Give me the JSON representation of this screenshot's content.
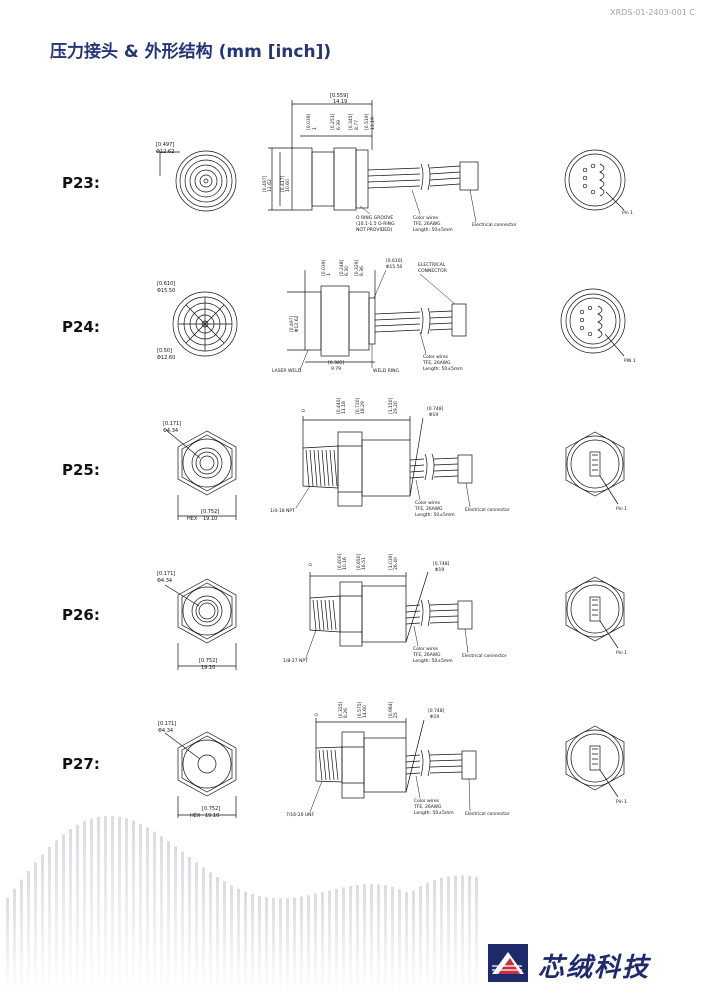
{
  "header": {
    "doc_id": "XRDS-01-2403-001 C",
    "title": "压力接头 & 外形结构 (mm [inch])"
  },
  "models": [
    {
      "label": "P23:",
      "front": {
        "dim_inch": "[0.497]",
        "dim_mm": "Φ12.62"
      },
      "side": {
        "overall_inch": "[0.559]",
        "overall_mm": "14.19",
        "seg1_inch": "[0.039]",
        "seg1_mm": "1",
        "seg2_inch": "[0.251]",
        "seg2_mm": "6.39",
        "seg3_inch": "[0.345]",
        "seg3_mm": "8.77",
        "seg4_inch": "[0.519]",
        "seg4_mm": "13.19",
        "h1_inch": "[0.497]",
        "h1_mm": "12.62",
        "h2_inch": "[0.417]",
        "h2_mm": "10.60",
        "oring_1": "O RING GROOVE",
        "oring_2": "(10.1-1.5 O-RING",
        "oring_3": "NOT PROVIDED)",
        "wire_1": "Color wires",
        "wire_2": "TFE, 26AWG",
        "wire_3": "Length: 50±5mm",
        "connector": "Electrical connector"
      },
      "back": {
        "pin": "Pin 1"
      }
    },
    {
      "label": "P24:",
      "front": {
        "dim_inch": "[0.610]",
        "dim_mm": "Φ15.50",
        "dim2_inch": "[0.50]",
        "dim2_mm": "Φ12.60"
      },
      "side": {
        "seg1_inch": "[0.039]",
        "seg1_mm": "1",
        "seg2_inch": "[0.248]",
        "seg2_mm": "6.30",
        "seg3_inch": "[0.329]",
        "seg3_mm": "8.36",
        "dia_inch": "[0.610]",
        "dia_mm": "Φ15.50",
        "h1_inch": "[0.497]",
        "h1_mm": "Φ12.62",
        "len_inch": "[0.385]",
        "len_mm": "9.79",
        "connector_1": "ELECTRICAL",
        "connector_2": "CONNECTOR",
        "laser": "LASER WELD",
        "weld": "WELD RING",
        "wire_1": "Color wires",
        "wire_2": "TFE, 26AWG",
        "wire_3": "Length: 50±5mm"
      },
      "back": {
        "pin": "PIN 1"
      }
    },
    {
      "label": "P25:",
      "front": {
        "dim_inch": "[0.171]",
        "dim_mm": "Φ4.34",
        "hex_inch": "[0.752]",
        "hex_label": "HEX",
        "hex_mm": "19.10"
      },
      "side": {
        "zero": "0",
        "seg1_inch": "[0.440]",
        "seg1_mm": "11.18",
        "seg2_inch": "[0.720]",
        "seg2_mm": "18.29",
        "seg3_inch": "[1.150]",
        "seg3_mm": "29.20",
        "dia_inch": "[0.748]",
        "dia_mm": "Φ19",
        "thread": "1/4-18 NPT",
        "wire_1": "Color wires",
        "wire_2": "TFE, 26AWG",
        "wire_3": "Length: 50±5mm",
        "connector": "Electrical connector"
      },
      "back": {
        "pin": "Pin 1"
      }
    },
    {
      "label": "P26:",
      "front": {
        "dim_inch": "[0.171]",
        "dim_mm": "Φ4.34",
        "hex_inch": "[0.752]",
        "hex_mm": "19.10"
      },
      "side": {
        "zero": "0",
        "seg1_inch": "[0.400]",
        "seg1_mm": "10.16",
        "seg2_inch": "[0.650]",
        "seg2_mm": "16.51",
        "seg3_inch": "[1.039]",
        "seg3_mm": "26.40",
        "dia_inch": "[0.748]",
        "dia_mm": "Φ19",
        "thread": "1/8-27 NPT",
        "wire_1": "Color wires",
        "wire_2": "TFE, 26AWG",
        "wire_3": "Length: 50±5mm",
        "connector": "Electrical connector"
      },
      "back": {
        "pin": "Pin 1"
      }
    },
    {
      "label": "P27:",
      "front": {
        "dim_inch": "[0.171]",
        "dim_mm": "Φ4.34",
        "hex_inch": "[0.752]",
        "hex_label": "HEX",
        "hex_mm": "19.10"
      },
      "side": {
        "zero": "0",
        "seg1_inch": "[0.325]",
        "seg1_mm": "8.26",
        "seg2_inch": "[0.575]",
        "seg2_mm": "14.60",
        "seg3_inch": "[0.984]",
        "seg3_mm": "25",
        "dia_inch": "[0.748]",
        "dia_mm": "Φ19",
        "thread": "7/16-20 UNF",
        "wire_1": "Color wires",
        "wire_2": "TFE, 26AWG",
        "wire_3": "Length: 50±5mm",
        "connector": "Electrical connector"
      },
      "back": {
        "pin": "Pin 1"
      }
    }
  ],
  "footer": {
    "brand": "芯绒科技",
    "logo_icon": "company-logo-icon",
    "accent_color": "#1d2a6b"
  }
}
